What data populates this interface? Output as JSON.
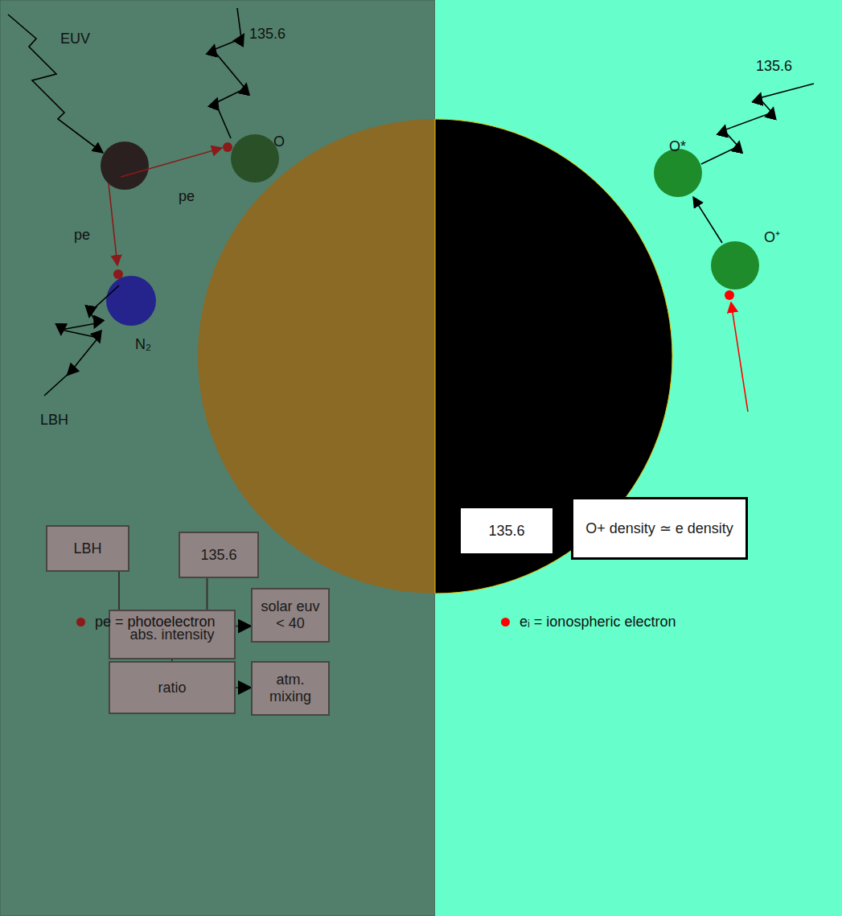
{
  "diagram": {
    "nodes": [
      {
        "text": [
          "LBH"
        ]
      },
      {
        "text": [
          "135.6"
        ]
      },
      {
        "text": [
          "abs. intensity"
        ]
      },
      {
        "text": [
          "solar euv < 40"
        ]
      },
      {
        "text": [
          "ratio"
        ]
      },
      {
        "text": [
          "atm. mixing"
        ]
      },
      {
        "text": [
          "135.6"
        ]
      },
      {
        "text": [
          "O+ density ≃ e density"
        ]
      }
    ],
    "edges": [
      {
        "from": 0,
        "to": 2,
        "arrow": "none"
      },
      {
        "from": 1,
        "to": 2,
        "arrow": "none"
      },
      {
        "from": 2,
        "to": 4,
        "arrow": "none"
      },
      {
        "from": 2,
        "to": 3,
        "arrow": "to"
      },
      {
        "from": 4,
        "to": 5,
        "arrow": "to"
      },
      {
        "from": 6,
        "to": 7,
        "arrow": "to"
      }
    ],
    "labels": [
      "EUV",
      "135.6",
      "O",
      "pe",
      "pe",
      "N₂",
      "LBH",
      "135.6",
      "O*",
      "O⁺"
    ],
    "legend": [
      {
        "text": "pe = photoelectron",
        "color": "#8b1a1a"
      },
      {
        "text": "eᵢ = ionospheric electron",
        "color": "#ff0000"
      }
    ]
  }
}
